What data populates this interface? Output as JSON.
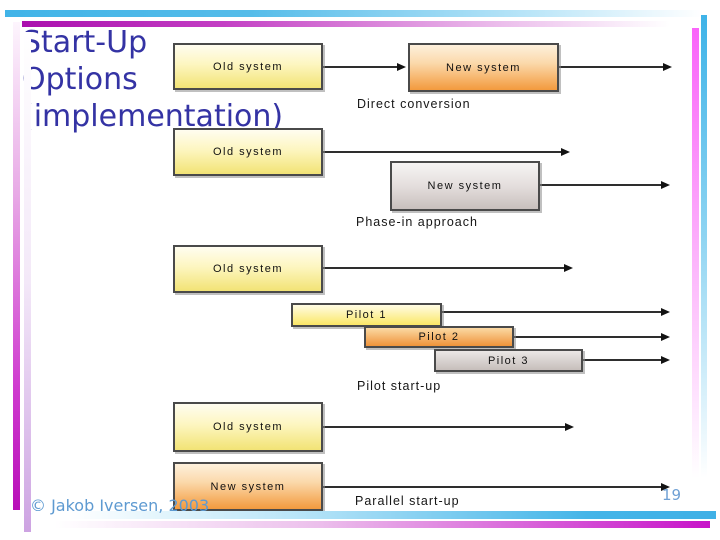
{
  "slide": {
    "title_lines": [
      "Start-Up",
      "Options",
      "(implementation)"
    ],
    "footer_credit": "© Jakob Iversen, 2003",
    "page_number": "19"
  },
  "diagram": {
    "rows": [
      {
        "label": "Direct conversion",
        "boxes": [
          {
            "text": "Old system"
          },
          {
            "text": "New system"
          }
        ]
      },
      {
        "label": "Phase-in approach",
        "boxes": [
          {
            "text": "Old system"
          },
          {
            "text": "New system"
          }
        ]
      },
      {
        "label": "Pilot start-up",
        "boxes": [
          {
            "text": "Old system"
          },
          {
            "text": "Pilot 1"
          },
          {
            "text": "Pilot 2"
          },
          {
            "text": "Pilot 3"
          }
        ]
      },
      {
        "label": "Parallel start-up",
        "boxes": [
          {
            "text": "Old system"
          },
          {
            "text": "New system"
          }
        ]
      }
    ]
  },
  "colors": {
    "title_text": "#3433a4",
    "footer_text": "#5e9ad1",
    "accent_blue": "#45b5e8",
    "accent_magenta": "#bf12c1",
    "box_yellow": "#f2e375",
    "box_orange": "#f39a3e",
    "box_gray": "#c8c0bd"
  }
}
